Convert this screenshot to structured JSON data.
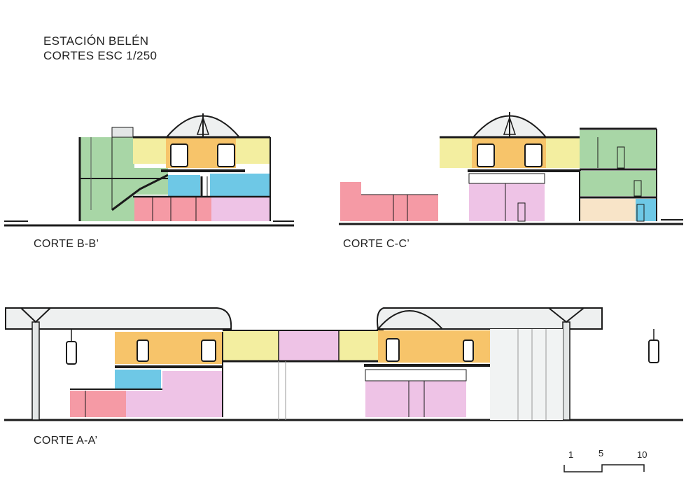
{
  "title": {
    "line1": "ESTACIÓN BELÉN",
    "line2": "CORTES ESC 1/250"
  },
  "sections": [
    {
      "id": "B-B",
      "label": "CORTE B-B’"
    },
    {
      "id": "C-C",
      "label": "CORTE C-C’"
    },
    {
      "id": "A-A",
      "label": "CORTE A-A’"
    }
  ],
  "scale_bar": {
    "labels": [
      "1",
      "5",
      "10"
    ]
  },
  "colors": {
    "yellow": "#f3eea0",
    "orange": "#f7c46a",
    "green": "#a8d6a6",
    "blue": "#6ec8e6",
    "red": "#f59aa5",
    "pink": "#eec3e6",
    "cream": "#f8e4c8",
    "grey": "#e3e6e6",
    "line": "#1b1b1b"
  }
}
